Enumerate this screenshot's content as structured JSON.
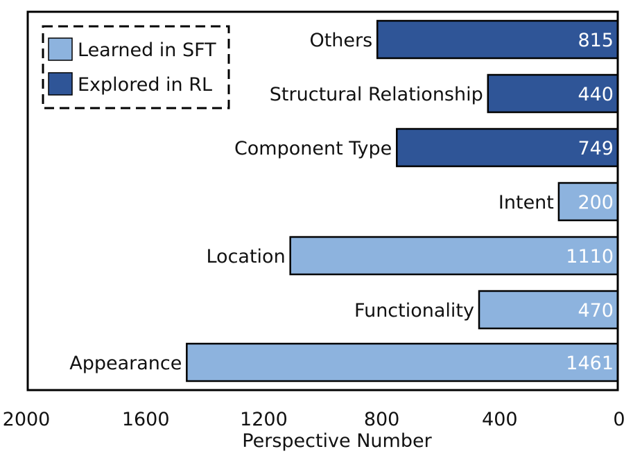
{
  "chart_data": {
    "type": "bar",
    "orientation": "horizontal",
    "xaxis_direction": "reversed",
    "categories": [
      "Appearance",
      "Functionality",
      "Location",
      "Intent",
      "Component Type",
      "Structural Relationship",
      "Others"
    ],
    "values": [
      1461,
      470,
      1110,
      200,
      749,
      440,
      815
    ],
    "value_labels": [
      "1461",
      "470",
      "1110",
      "200",
      "749",
      "440",
      "815"
    ],
    "group": [
      "Learned in SFT",
      "Learned in SFT",
      "Learned in SFT",
      "Learned in SFT",
      "Explored in RL",
      "Explored in RL",
      "Explored in RL"
    ],
    "xlim": [
      2000,
      0
    ],
    "xticks": [
      "2000",
      "1600",
      "1200",
      "800",
      "400",
      "0"
    ],
    "xtick_values": [
      2000,
      1600,
      1200,
      800,
      400,
      0
    ],
    "xlabel": "Perspective Number",
    "ylabel": "",
    "title": "",
    "grid": false,
    "legend": {
      "placement": "top-left",
      "border": "dashed",
      "entries": [
        {
          "label": "Learned in SFT",
          "color": "#8db3de"
        },
        {
          "label": "Explored in RL",
          "color": "#2f5597"
        }
      ]
    },
    "colors": {
      "Learned in SFT": "#8db3de",
      "Explored in RL": "#2f5597"
    }
  }
}
